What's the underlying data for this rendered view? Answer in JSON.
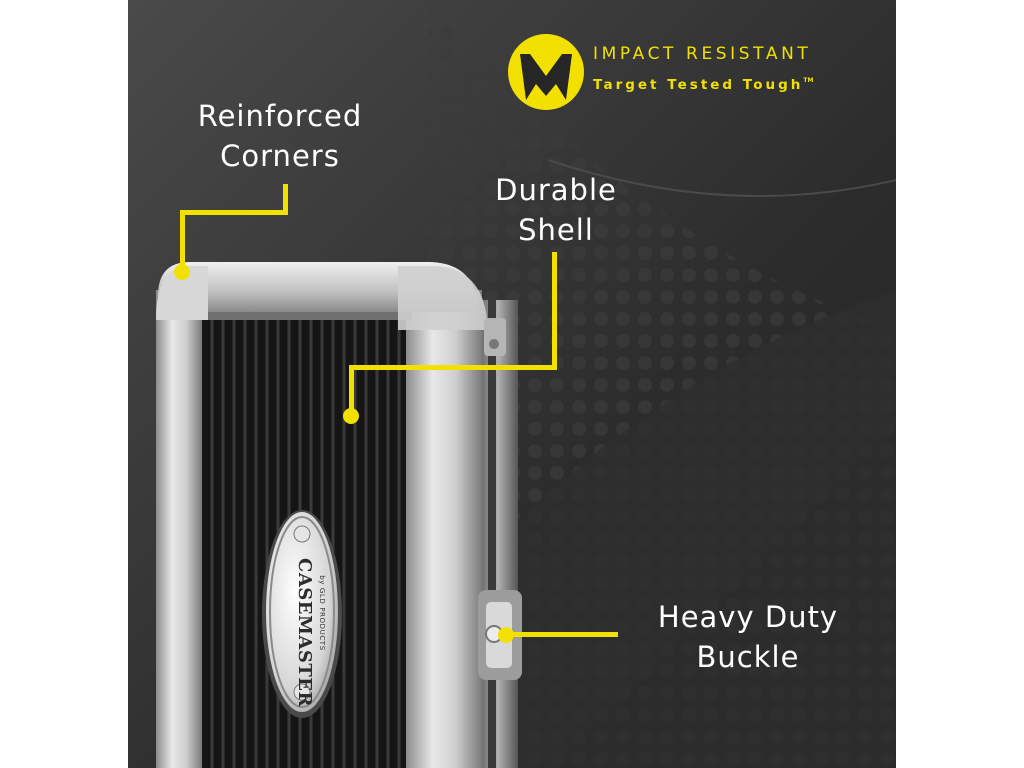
{
  "badge": {
    "title": "IMPACT RESISTANT",
    "tagline": "Target Tested Tough",
    "trademark": "TM",
    "logo_icon": "m-shield-icon"
  },
  "callouts": {
    "corners": {
      "line1": "Reinforced",
      "line2": "Corners"
    },
    "shell": {
      "line1": "Durable",
      "line2": "Shell"
    },
    "buckle": {
      "line1": "Heavy Duty",
      "line2": "Buckle"
    }
  },
  "plaque": {
    "brand": "CASEMASTER",
    "sub": "by GLD PRODUCTS"
  },
  "colors": {
    "accent": "#f2e100",
    "background": "#262626",
    "silver": "#c8c8c8",
    "dark": "#151515"
  }
}
